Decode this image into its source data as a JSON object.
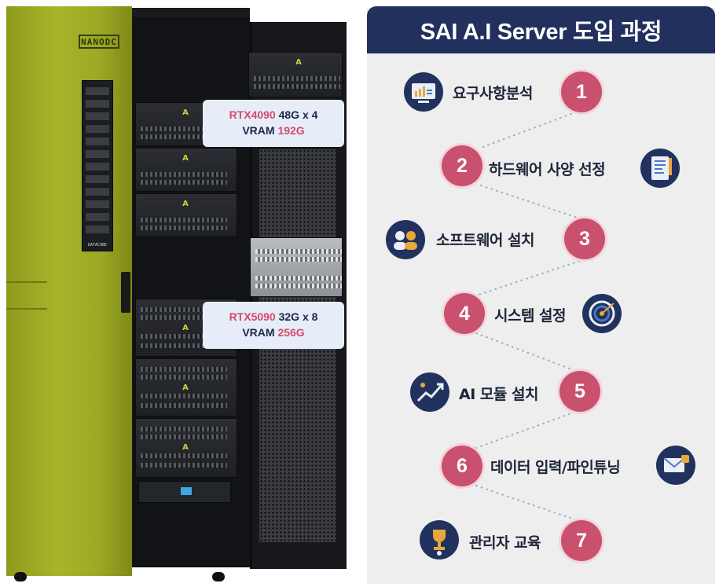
{
  "rack": {
    "brand": "NANODC",
    "panel_label": "DATACUBE",
    "gpu_top": {
      "model": "RTX4090",
      "spec": " 48G x 4",
      "vram_label": "VRAM ",
      "vram_value": "192G"
    },
    "gpu_bottom": {
      "model": "RTX5090",
      "spec": " 32G x 8",
      "vram_label": "VRAM ",
      "vram_value": "256G"
    }
  },
  "process": {
    "title": "SAI A.I Server 도입 과정",
    "steps": [
      {
        "number": "1",
        "label": "요구사항분석",
        "icon": "analytics-dashboard-icon"
      },
      {
        "number": "2",
        "label": "하드웨어 사양 선정",
        "icon": "spec-document-icon"
      },
      {
        "number": "3",
        "label": "소프트웨어 설치",
        "icon": "team-software-icon"
      },
      {
        "number": "4",
        "label": "시스템 설정",
        "icon": "target-icon"
      },
      {
        "number": "5",
        "label": "AI 모듈 설치",
        "icon": "growth-chart-icon"
      },
      {
        "number": "6",
        "label": "데이터 입력/파인튜닝",
        "icon": "data-email-icon"
      },
      {
        "number": "7",
        "label": "관리자 교육",
        "icon": "trophy-admin-icon"
      }
    ]
  },
  "colors": {
    "header_bg": "#21305c",
    "accent": "#c9516d",
    "panel_bg": "#eeeeee",
    "rack_green": "#a7b52a"
  }
}
